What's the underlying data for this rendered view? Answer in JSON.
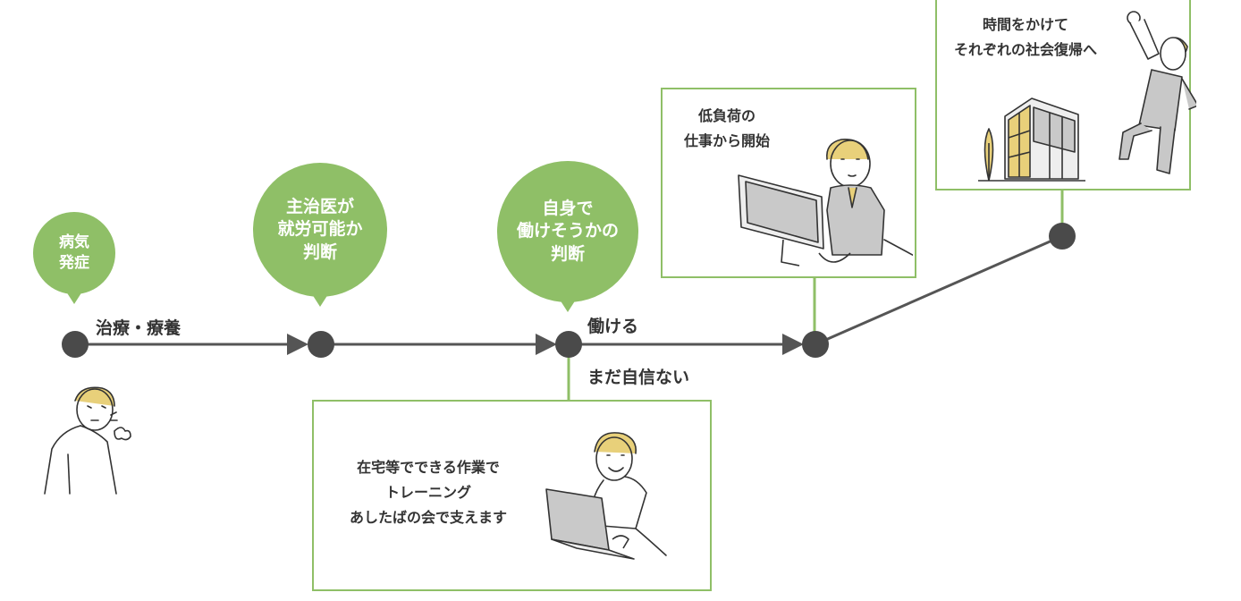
{
  "colors": {
    "accent_green": "#8fbf67",
    "line_dark": "#555555",
    "node_dark": "#4a4a4a",
    "illustration_yellow": "#e8d07a"
  },
  "bubbles": [
    {
      "text": "病気\n発症"
    },
    {
      "text": "主治医が\n就労可能か\n判断"
    },
    {
      "text": "自身で\n働けそうかの\n判断"
    }
  ],
  "edge_labels": {
    "treatment": "治療・療養",
    "can_work": "働ける",
    "not_confident": "まだ自信ない"
  },
  "boxes": {
    "low_load": "低負荷の\n仕事から開始",
    "reintegration": "時間をかけて\nそれぞれの社会復帰へ",
    "training": "在宅等でできる作業で\nトレーニング\nあしたばの会で支えます"
  },
  "illustrations": {
    "sick_person": "sick-person-illustration",
    "office_worker": "office-worker-illustration",
    "home_worker": "home-worker-illustration",
    "celebrating_worker": "celebrating-worker-illustration",
    "building": "building-illustration"
  }
}
